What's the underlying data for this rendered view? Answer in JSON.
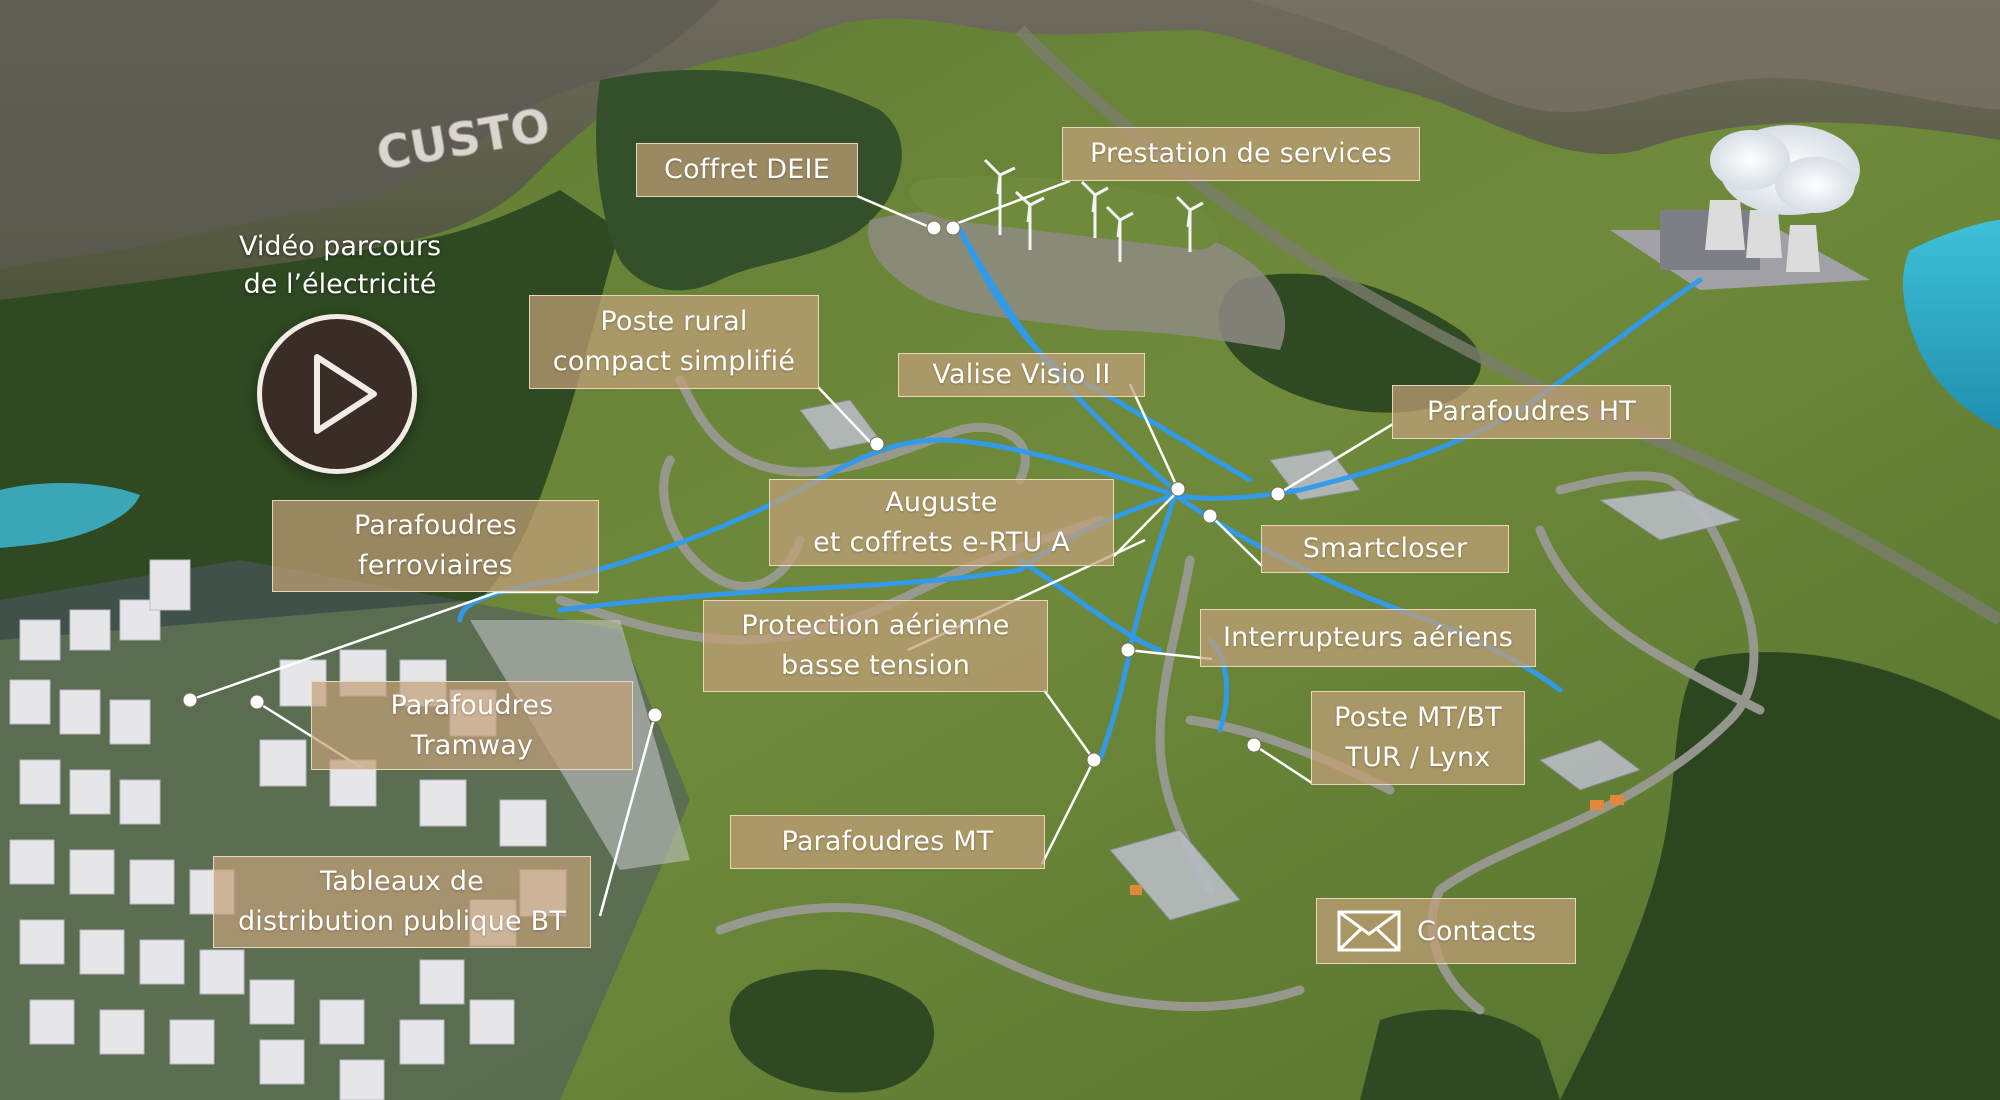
{
  "video": {
    "title_line1": "Vidéo parcours",
    "title_line2": "de l’électricité"
  },
  "sign": {
    "text": "CUSTO"
  },
  "labels": {
    "coffret_deie": "Coffret DEIE",
    "prestation": "Prestation de services",
    "poste_rural_line1": "Poste rural",
    "poste_rural_line2": "compact simplifié",
    "valise_visio": "Valise Visio II",
    "parafoudres_ht": "Parafoudres HT",
    "auguste_line1": "Auguste",
    "auguste_line2": "et coffrets e-RTU A",
    "smartcloser": "Smartcloser",
    "parafoudres_ferro_line1": "Parafoudres",
    "parafoudres_ferro_line2": "ferroviaires",
    "protection_line1": "Protection aérienne",
    "protection_line2": "basse tension",
    "interrupteurs": "Interrupteurs aériens",
    "poste_mtbt_line1": "Poste MT/BT",
    "poste_mtbt_line2": "TUR / Lynx",
    "parafoudres_tram_line1": "Parafoudres",
    "parafoudres_tram_line2": "Tramway",
    "parafoudres_mt": "Parafoudres MT",
    "tableaux_line1": "Tableaux de",
    "tableaux_line2": "distribution publique BT"
  },
  "contacts": {
    "label": "Contacts"
  },
  "colors": {
    "power_line": "#2f9bf0",
    "label_bg": "#c4a078",
    "label_border": "#f0dec3",
    "play_bg": "#3c2826"
  }
}
